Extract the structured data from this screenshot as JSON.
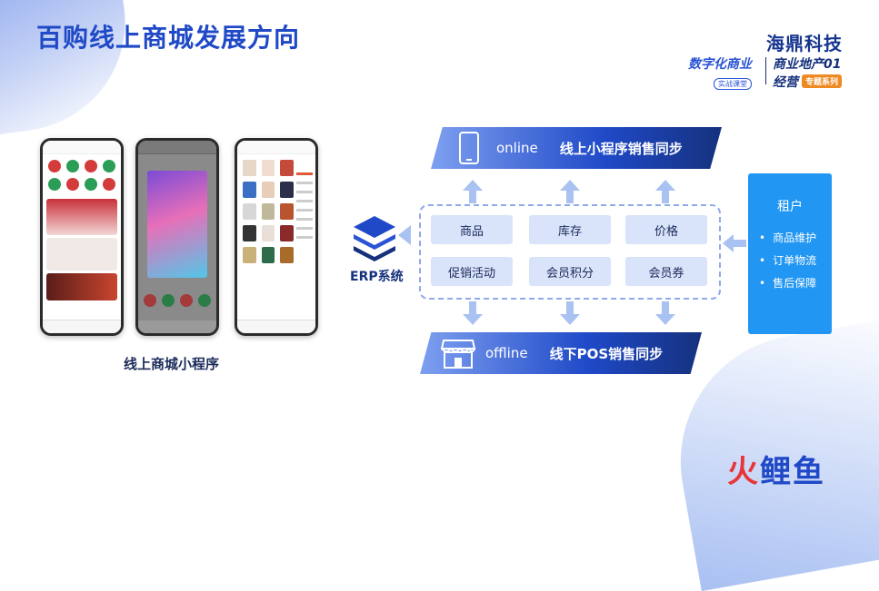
{
  "page": {
    "title": "百购线上商城发展方向",
    "brand": "海鼎科技",
    "series": {
      "left_main": "数字化商业",
      "left_sub": "实战课堂",
      "right_line1": "商业地产01",
      "right_line2": "经营",
      "right_tag": "专题系列"
    }
  },
  "phones": {
    "caption": "线上商城小程序"
  },
  "erp": {
    "label": "ERP系统"
  },
  "online": {
    "en": "online",
    "cn": "线上小程序销售同步"
  },
  "offline": {
    "en": "offline",
    "cn": "线下POS销售同步"
  },
  "modules": [
    "商品",
    "库存",
    "价格",
    "促销活动",
    "会员积分",
    "会员券"
  ],
  "tenant": {
    "title": "租户",
    "items": [
      "商品维护",
      "订单物流",
      "售后保障"
    ]
  },
  "watermark": {
    "part1": "火",
    "part2": "鲤鱼"
  },
  "colors": {
    "primary": "#1f49c7",
    "dark_navy": "#15317e",
    "module_bg": "#d9e3f9",
    "tenant_bg": "#2196f3",
    "arrow": "#a9c2f2",
    "tag_orange": "#ee8a22"
  }
}
